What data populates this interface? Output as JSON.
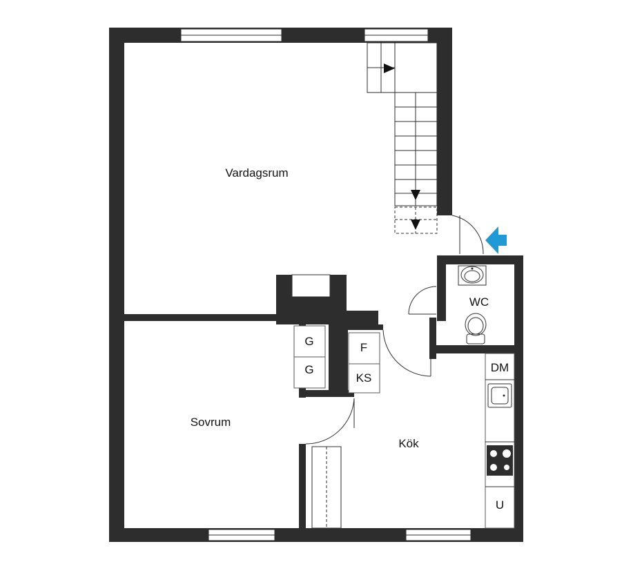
{
  "rooms": {
    "living": "Vardagsrum",
    "bedroom": "Sovrum",
    "kitchen": "Kök",
    "wc": "WC"
  },
  "fixtures": {
    "freezer_top": "G",
    "freezer_bottom": "G",
    "fridge": "F",
    "fridge_freezer": "KS",
    "dishwasher": "DM",
    "oven": "U"
  },
  "colors": {
    "wall": "#2d2d2d",
    "entrance_arrow": "#1e9ad6"
  },
  "icons": {
    "entrance": "entrance-arrow-icon",
    "stairs_direction": "stairs-arrow-icon"
  }
}
